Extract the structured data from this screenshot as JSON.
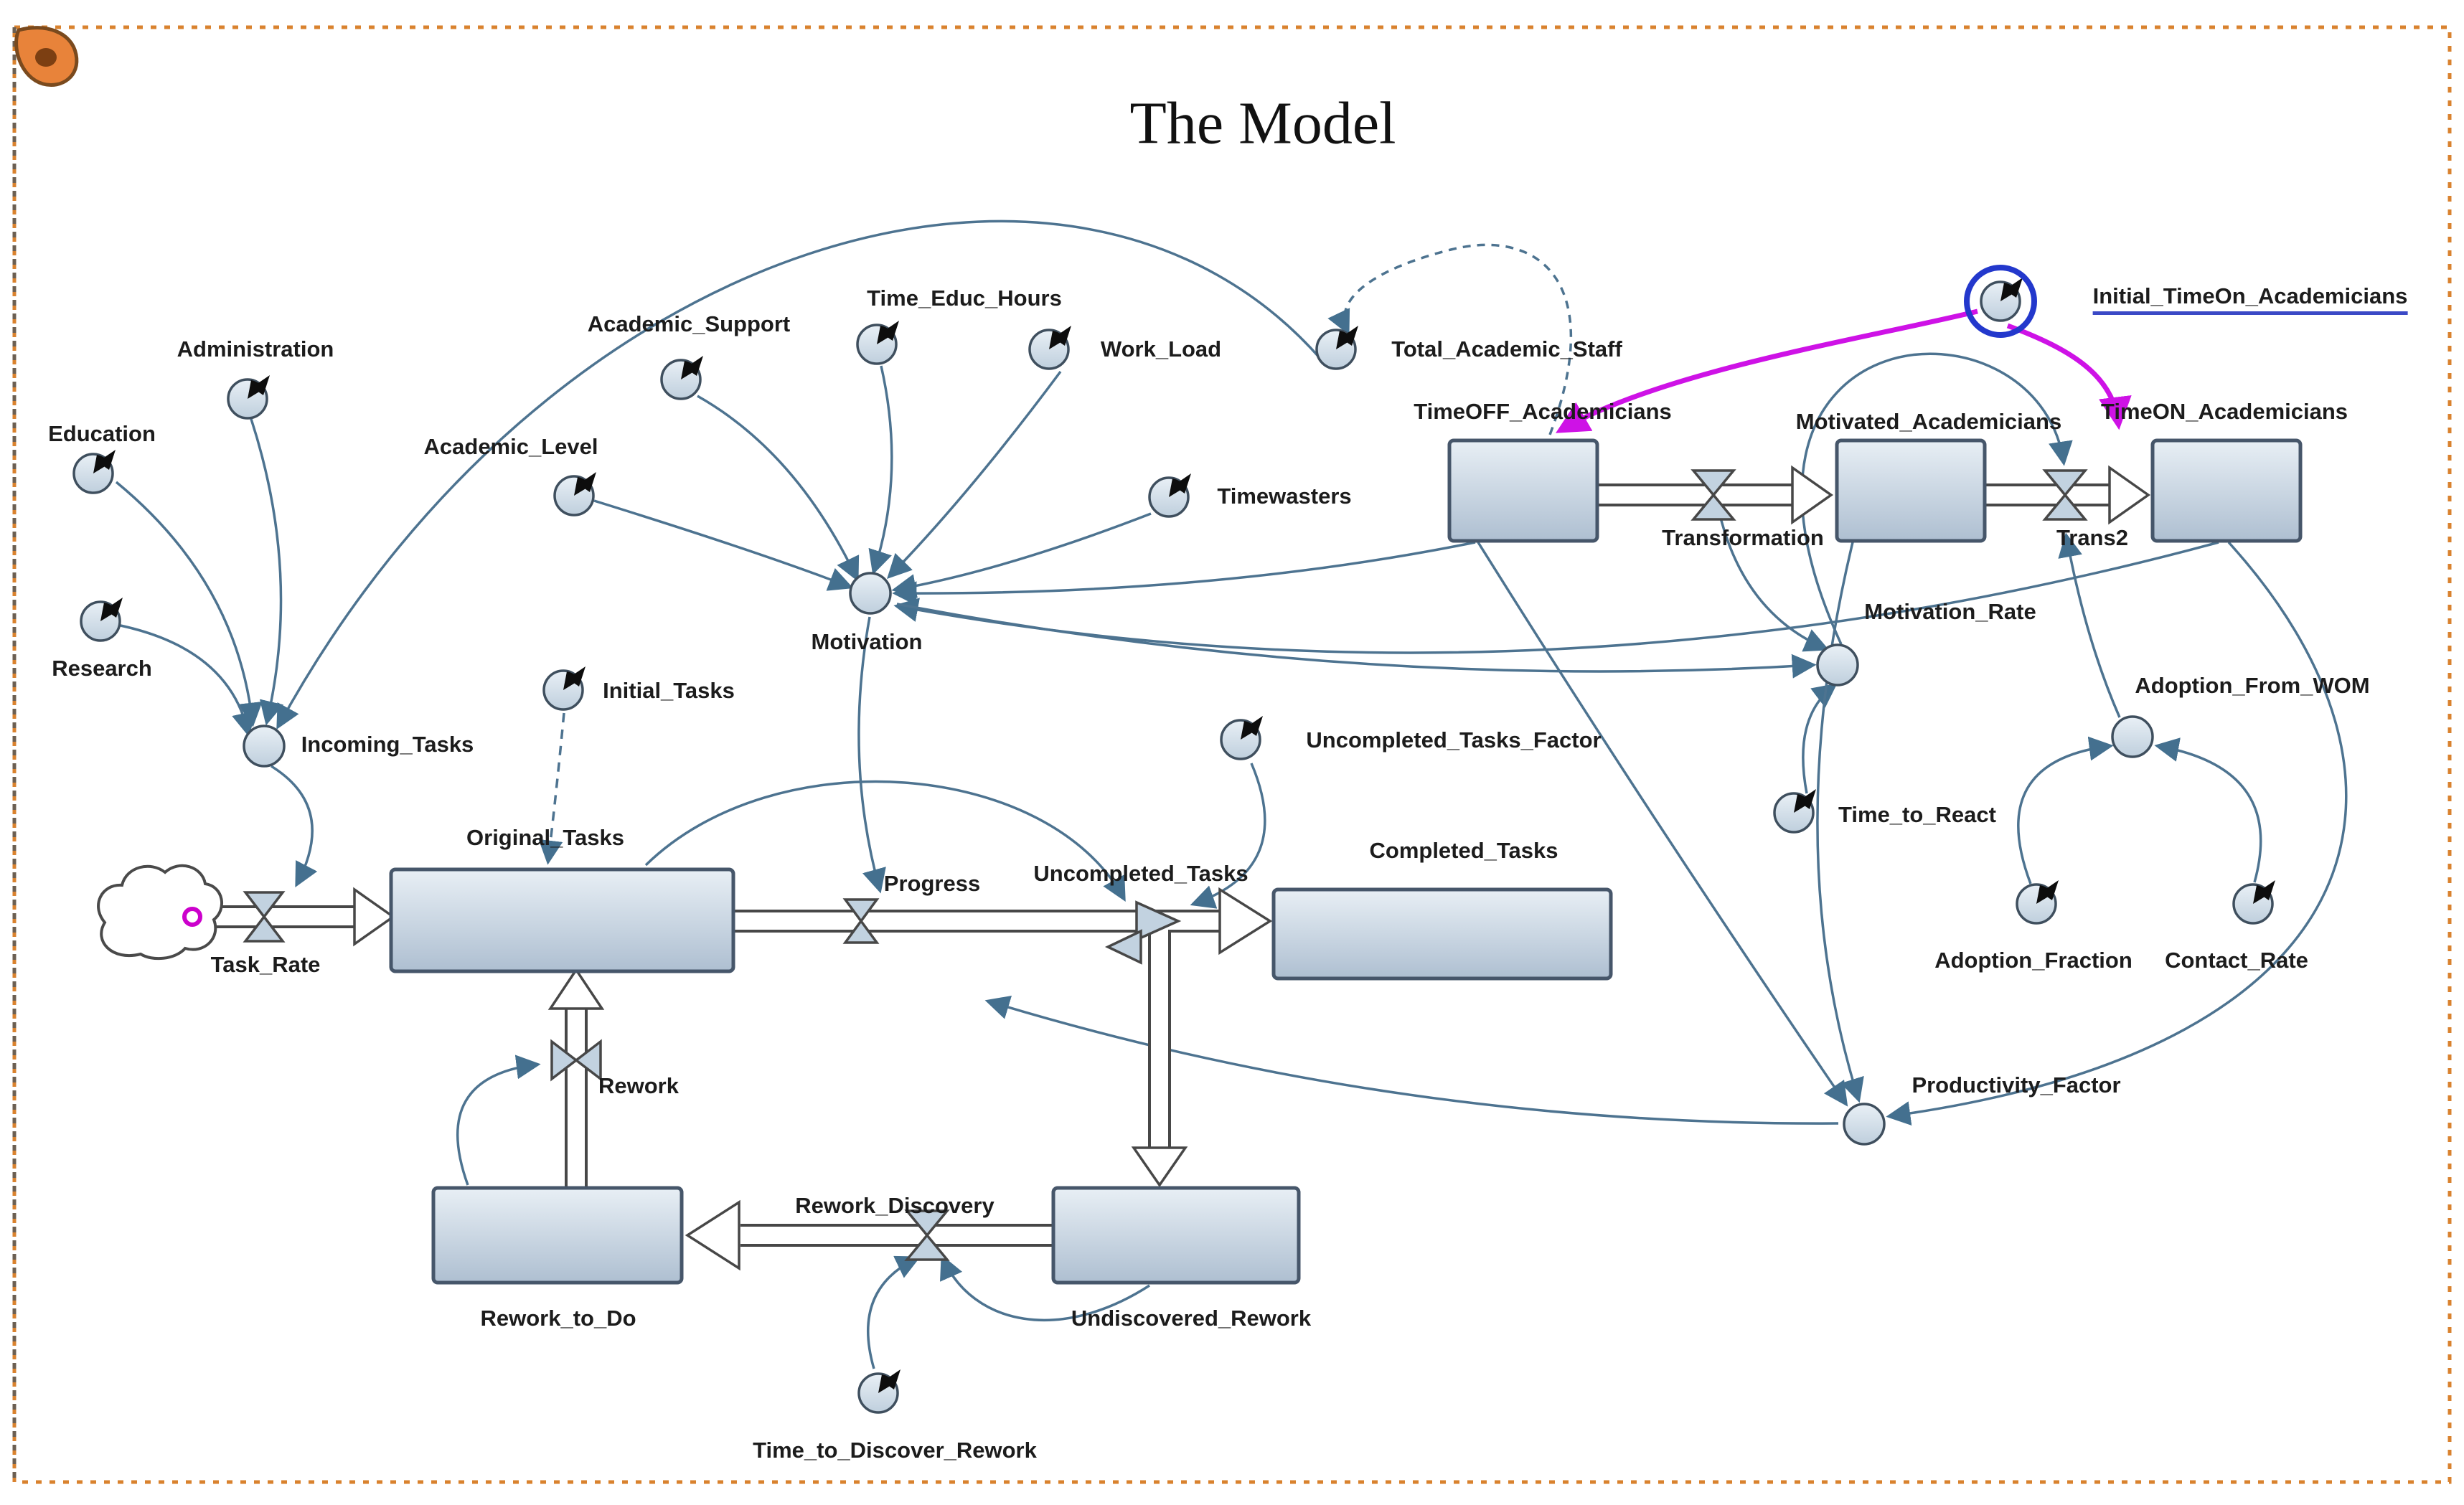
{
  "title": "The Model",
  "colors": {
    "border_orange": "#d9822e",
    "connector_slate": "#4d7390",
    "magenta_link": "#ce12e6",
    "selection_blue": "#2338cc",
    "stock_fill_top": "#e6eef5",
    "stock_fill_bottom": "#b0c2d3",
    "stock_border": "#46566a",
    "valve_fill": "#c2d2e0",
    "pipe_outline": "#474747",
    "pin_orange": "#e8833a"
  },
  "labels": {
    "education": "Education",
    "administration": "Administration",
    "research": "Research",
    "academic_support": "Academic_Support",
    "academic_level": "Academic_Level",
    "time_educ_hours": "Time_Educ_Hours",
    "work_load": "Work_Load",
    "total_academic_staff": "Total_Academic_Staff",
    "timewasters": "Timewasters",
    "motivation": "Motivation",
    "incoming_tasks": "Incoming_Tasks",
    "initial_tasks": "Initial_Tasks",
    "original_tasks": "Original_Tasks",
    "task_rate": "Task_Rate",
    "progress": "Progress",
    "uncompleted_tasks": "Uncompleted_Tasks",
    "uncompleted_tasks_factor": "Uncompleted_Tasks_Factor",
    "completed_tasks": "Completed_Tasks",
    "timeoff_academicians": "TimeOFF_Academicians",
    "motivated_academicians": "Motivated_Academicians",
    "timeon_academicians": "TimeON_Academicians",
    "initial_timeon_academicians": "Initial_TimeOn_Academicians",
    "transformation": "Transformation",
    "trans2": "Trans2",
    "motivation_rate": "Motivation_Rate",
    "adoption_from_wom": "Adoption_From_WOM",
    "time_to_react": "Time_to_React",
    "adoption_fraction": "Adoption_Fraction",
    "contact_rate": "Contact_Rate",
    "productivity_factor": "Productivity_Factor",
    "rework": "Rework",
    "rework_to_do": "Rework_to_Do",
    "rework_discovery": "Rework_Discovery",
    "undiscovered_rework": "Undiscovered_Rework",
    "time_to_discover_rework": "Time_to_Discover_Rework"
  },
  "stocks": [
    "Original_Tasks",
    "Completed_Tasks",
    "TimeOFF_Academicians",
    "Motivated_Academicians",
    "TimeON_Academicians",
    "Rework_to_Do",
    "Undiscovered_Rework"
  ],
  "flows": [
    {
      "name": "Task_Rate",
      "from": "cloud",
      "to": "Original_Tasks"
    },
    {
      "name": "Progress",
      "from": "Original_Tasks",
      "to": "Uncompleted_Tasks junction"
    },
    {
      "name": "Uncompleted_Tasks",
      "from": "junction",
      "to": "Completed_Tasks / Undiscovered_Rework"
    },
    {
      "name": "Rework",
      "from": "Rework_to_Do",
      "to": "Original_Tasks"
    },
    {
      "name": "Rework_Discovery",
      "from": "Undiscovered_Rework",
      "to": "Rework_to_Do"
    },
    {
      "name": "Transformation",
      "from": "TimeOFF_Academicians",
      "to": "Motivated_Academicians"
    },
    {
      "name": "Trans2",
      "from": "Motivated_Academicians",
      "to": "TimeON_Academicians"
    }
  ],
  "converters": [
    "Education",
    "Administration",
    "Research",
    "Academic_Support",
    "Academic_Level",
    "Time_Educ_Hours",
    "Work_Load",
    "Total_Academic_Staff",
    "Timewasters",
    "Initial_Tasks",
    "Uncompleted_Tasks_Factor",
    "Initial_TimeOn_Academicians",
    "Time_to_React",
    "Adoption_Fraction",
    "Contact_Rate",
    "Time_to_Discover_Rework"
  ],
  "auxiliaries": [
    "Incoming_Tasks",
    "Motivation",
    "Motivation_Rate",
    "Adoption_From_WOM",
    "Productivity_Factor"
  ],
  "links": [
    {
      "from": "Education",
      "to": "Incoming_Tasks",
      "style": "solid"
    },
    {
      "from": "Administration",
      "to": "Incoming_Tasks",
      "style": "solid"
    },
    {
      "from": "Research",
      "to": "Incoming_Tasks",
      "style": "solid"
    },
    {
      "from": "Total_Academic_Staff",
      "to": "Incoming_Tasks",
      "style": "solid"
    },
    {
      "from": "Incoming_Tasks",
      "to": "Task_Rate",
      "style": "solid"
    },
    {
      "from": "Academic_Support",
      "to": "Motivation",
      "style": "solid"
    },
    {
      "from": "Academic_Level",
      "to": "Motivation",
      "style": "solid"
    },
    {
      "from": "Time_Educ_Hours",
      "to": "Motivation",
      "style": "solid"
    },
    {
      "from": "Work_Load",
      "to": "Motivation",
      "style": "solid"
    },
    {
      "from": "Timewasters",
      "to": "Motivation",
      "style": "solid"
    },
    {
      "from": "TimeOFF_Academicians",
      "to": "Motivation",
      "style": "solid"
    },
    {
      "from": "TimeON_Academicians",
      "to": "Motivation",
      "style": "solid"
    },
    {
      "from": "Motivation",
      "to": "Motivation_Rate",
      "style": "solid"
    },
    {
      "from": "Transformation",
      "to": "Motivation_Rate",
      "style": "solid"
    },
    {
      "from": "Time_to_React",
      "to": "Motivation_Rate",
      "style": "solid"
    },
    {
      "from": "Motivation_Rate",
      "to": "Trans2",
      "style": "solid"
    },
    {
      "from": "Adoption_From_WOM",
      "to": "Trans2",
      "style": "solid"
    },
    {
      "from": "Adoption_Fraction",
      "to": "Adoption_From_WOM",
      "style": "solid"
    },
    {
      "from": "Contact_Rate",
      "to": "Adoption_From_WOM",
      "style": "solid"
    },
    {
      "from": "TimeOFF_Academicians",
      "to": "Productivity_Factor",
      "style": "solid"
    },
    {
      "from": "Motivated_Academicians",
      "to": "Productivity_Factor",
      "style": "solid"
    },
    {
      "from": "TimeON_Academicians",
      "to": "Productivity_Factor",
      "style": "solid"
    },
    {
      "from": "Productivity_Factor",
      "to": "Progress",
      "style": "solid"
    },
    {
      "from": "Uncompleted_Tasks_Factor",
      "to": "Uncompleted_Tasks",
      "style": "solid"
    },
    {
      "from": "Original_Tasks",
      "to": "Uncompleted_Tasks",
      "style": "solid"
    },
    {
      "from": "Motivation",
      "to": "Progress",
      "style": "solid"
    },
    {
      "from": "Rework_to_Do",
      "to": "Rework",
      "style": "solid"
    },
    {
      "from": "Undiscovered_Rework",
      "to": "Rework_Discovery",
      "style": "solid"
    },
    {
      "from": "Time_to_Discover_Rework",
      "to": "Rework_Discovery",
      "style": "solid"
    },
    {
      "from": "Initial_Tasks",
      "to": "Original_Tasks",
      "style": "dashed"
    },
    {
      "from": "TimeOFF_Academicians",
      "to": "Total_Academic_Staff",
      "style": "dashed"
    },
    {
      "from": "Initial_TimeOn_Academicians",
      "to": "TimeOFF_Academicians",
      "style": "magenta"
    },
    {
      "from": "Initial_TimeOn_Academicians",
      "to": "TimeON_Academicians",
      "style": "magenta"
    }
  ],
  "selection": {
    "selected_node": "Initial_TimeOn_Academicians",
    "underline": true
  }
}
